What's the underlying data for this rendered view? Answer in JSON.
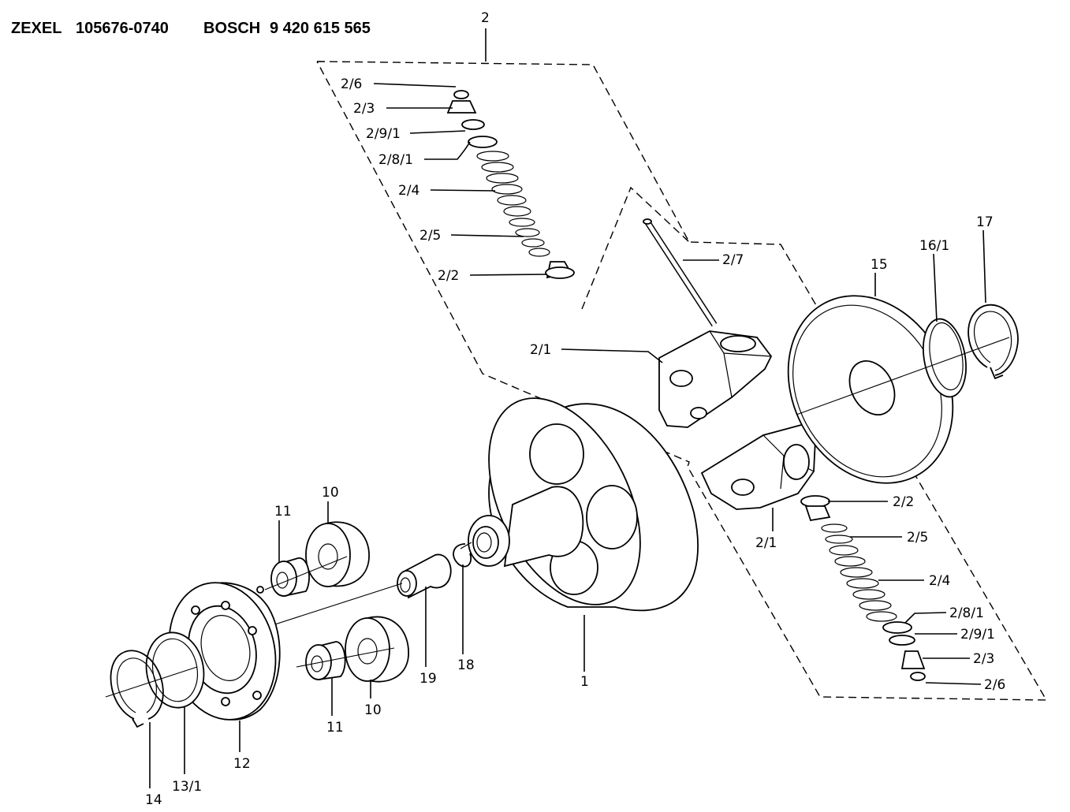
{
  "header": {
    "brand1": "ZEXEL",
    "part_number1": "105676-0740",
    "brand2": "BOSCH",
    "part_number2": "9 420 615 565"
  },
  "callouts": {
    "c2": "2",
    "c2_6a": "2/6",
    "c2_3a": "2/3",
    "c2_9_1a": "2/9/1",
    "c2_8_1a": "2/8/1",
    "c2_4a": "2/4",
    "c2_5a": "2/5",
    "c2_2a": "2/2",
    "c2_7": "2/7",
    "c2_1a": "2/1",
    "c2_1b": "2/1",
    "c2_2b": "2/2",
    "c2_5b": "2/5",
    "c2_4b": "2/4",
    "c2_8_1b": "2/8/1",
    "c2_9_1b": "2/9/1",
    "c2_3b": "2/3",
    "c2_6b": "2/6",
    "c15": "15",
    "c16_1": "16/1",
    "c17": "17",
    "c10a": "10",
    "c11a": "11",
    "c10b": "10",
    "c11b": "11",
    "c19": "19",
    "c18": "18",
    "c1": "1",
    "c12": "12",
    "c13_1": "13/1",
    "c14": "14"
  }
}
